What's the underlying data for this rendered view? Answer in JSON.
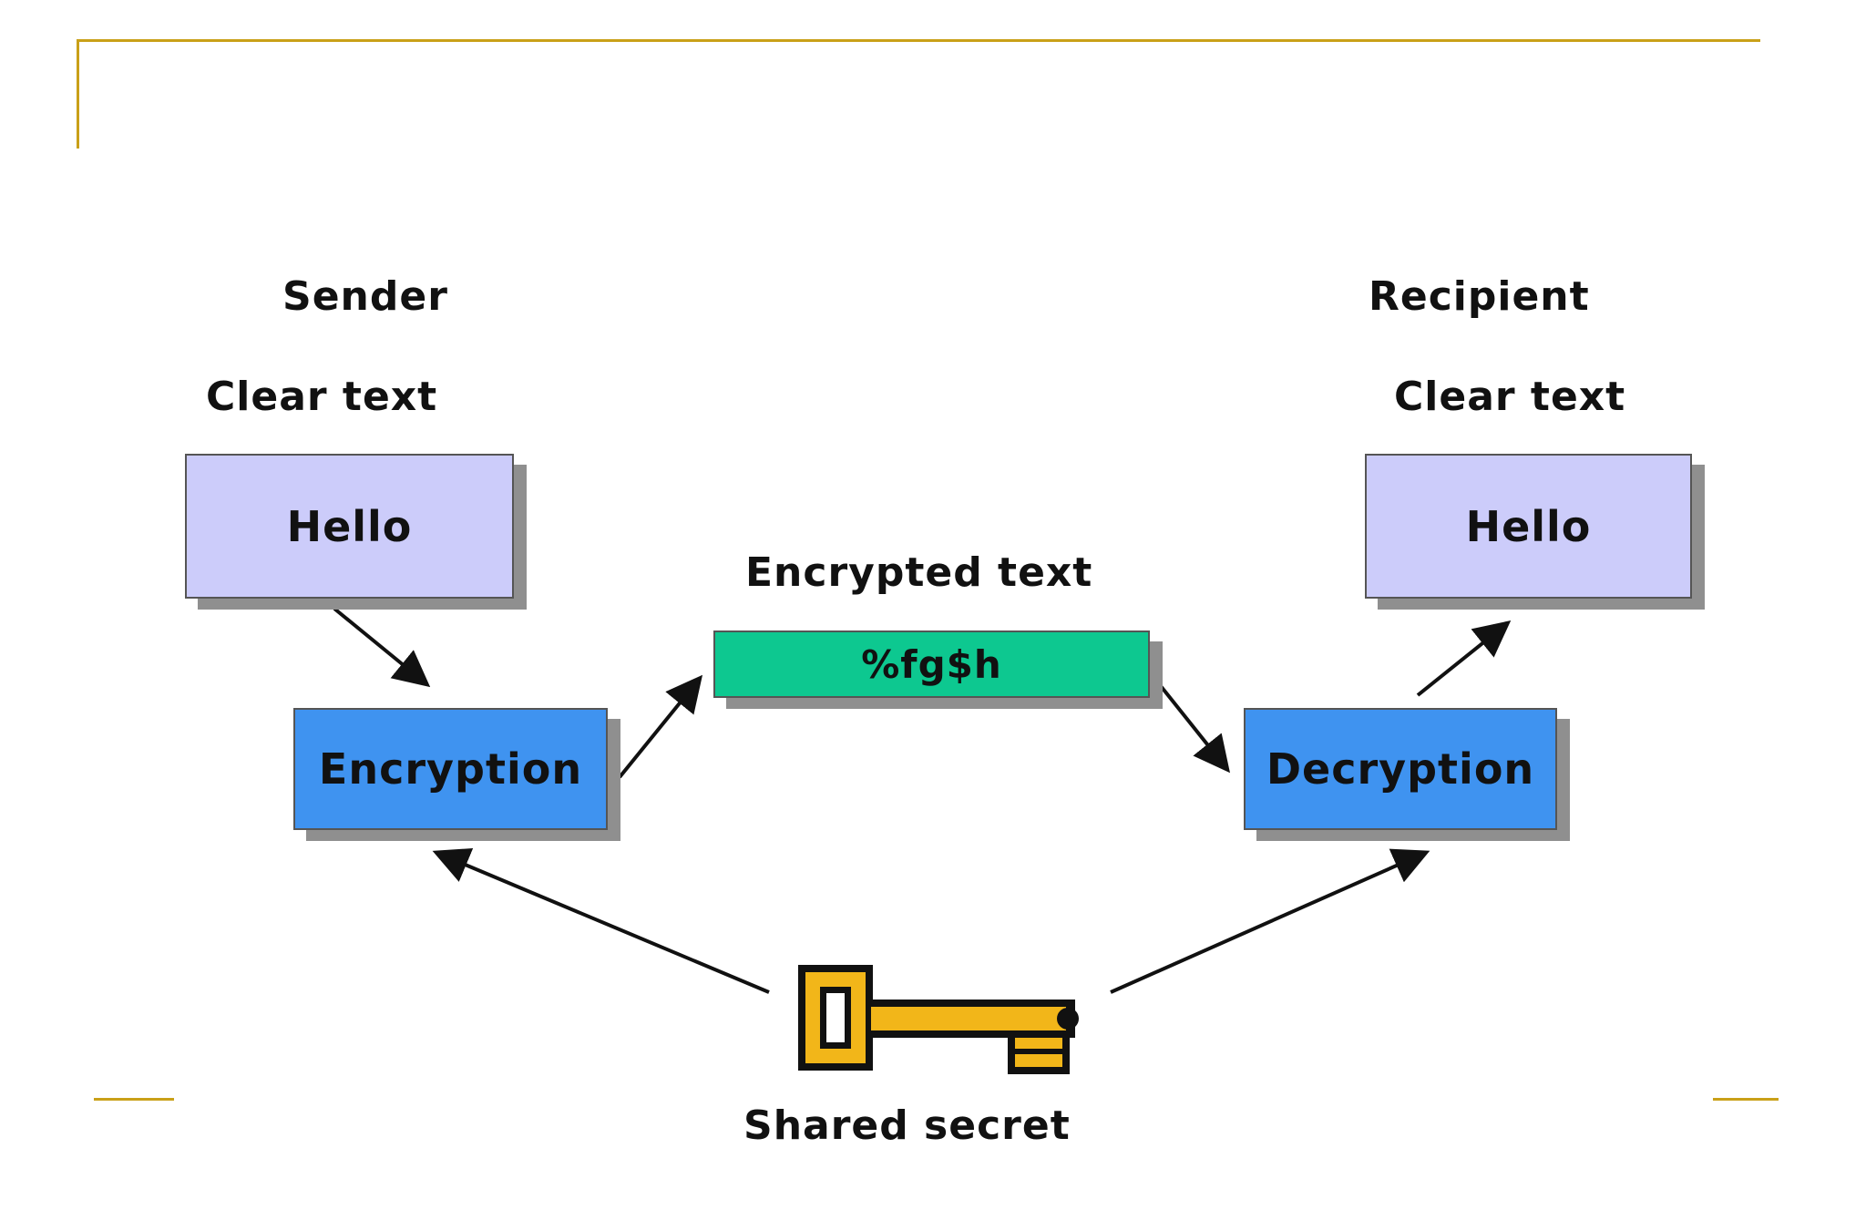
{
  "sender": {
    "role_label": "Sender",
    "cleartext_label": "Clear text",
    "message": "Hello",
    "process": "Encryption"
  },
  "ciphertext": {
    "label": "Encrypted text",
    "value": "%fg$h"
  },
  "recipient": {
    "role_label": "Recipient",
    "cleartext_label": "Clear text",
    "message": "Hello",
    "process": "Decryption"
  },
  "key": {
    "label": "Shared secret",
    "icon": "key-icon"
  },
  "colors": {
    "accent_line": "#c9a018",
    "cleartext_box": "#ccccfa",
    "process_box": "#3f93f0",
    "ciphertext_box": "#0dc890",
    "key_fill": "#f2b619",
    "box_shadow": "#8f8f8f"
  }
}
